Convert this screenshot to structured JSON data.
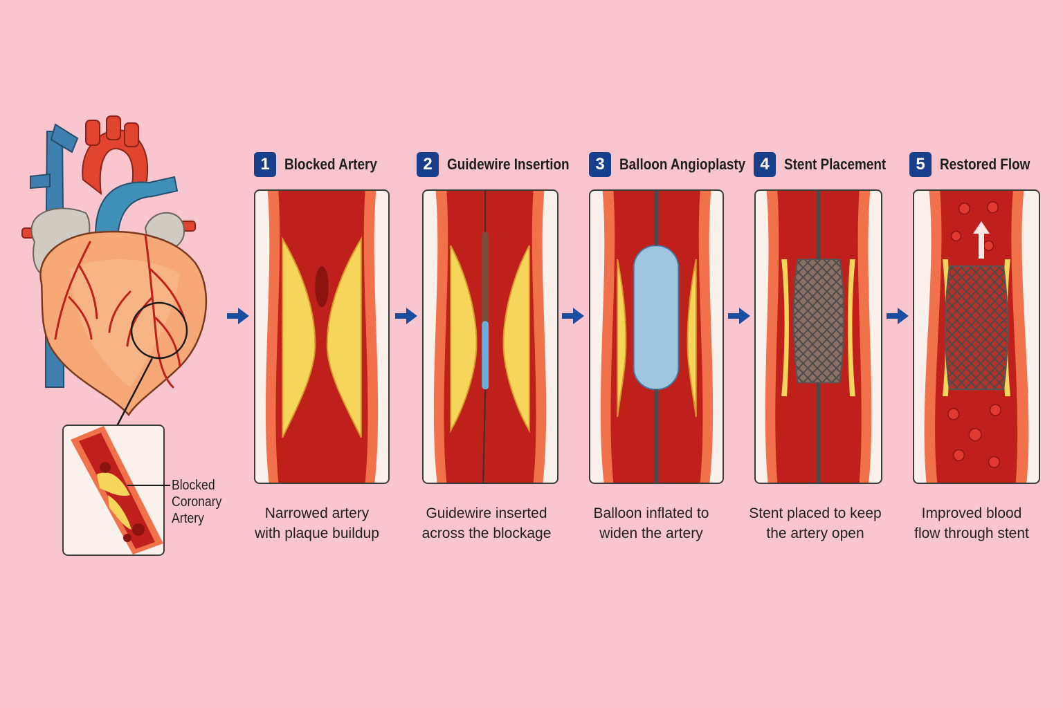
{
  "inset": {
    "label_lines": [
      "Blocked",
      "Coronary",
      "Artery"
    ]
  },
  "steps": [
    {
      "number": "1",
      "title": "Blocked Artery",
      "caption_lines": [
        "Narrowed artery",
        "with plaque buildup"
      ]
    },
    {
      "number": "2",
      "title": "Guidewire Insertion",
      "caption_lines": [
        "Guidewire inserted",
        "across the blockage"
      ]
    },
    {
      "number": "3",
      "title": "Balloon Angioplasty",
      "caption_lines": [
        "Balloon inflated to",
        "widen the artery"
      ]
    },
    {
      "number": "4",
      "title": "Stent Placement",
      "caption_lines": [
        "Stent placed to keep",
        "the artery open"
      ]
    },
    {
      "number": "5",
      "title": "Restored Flow",
      "caption_lines": [
        "Improved blood",
        "flow through stent"
      ]
    }
  ],
  "colors": {
    "background": "#f9c6cf",
    "badge": "#173f8c",
    "arrow": "#1a4fa0",
    "blood": "#c0201c",
    "plaque": "#f5d55a",
    "vessel_wall": "#f0714a"
  },
  "icons": {
    "flow_arrow": "right-arrow-icon",
    "blood_flow": "up-arrow-icon"
  }
}
